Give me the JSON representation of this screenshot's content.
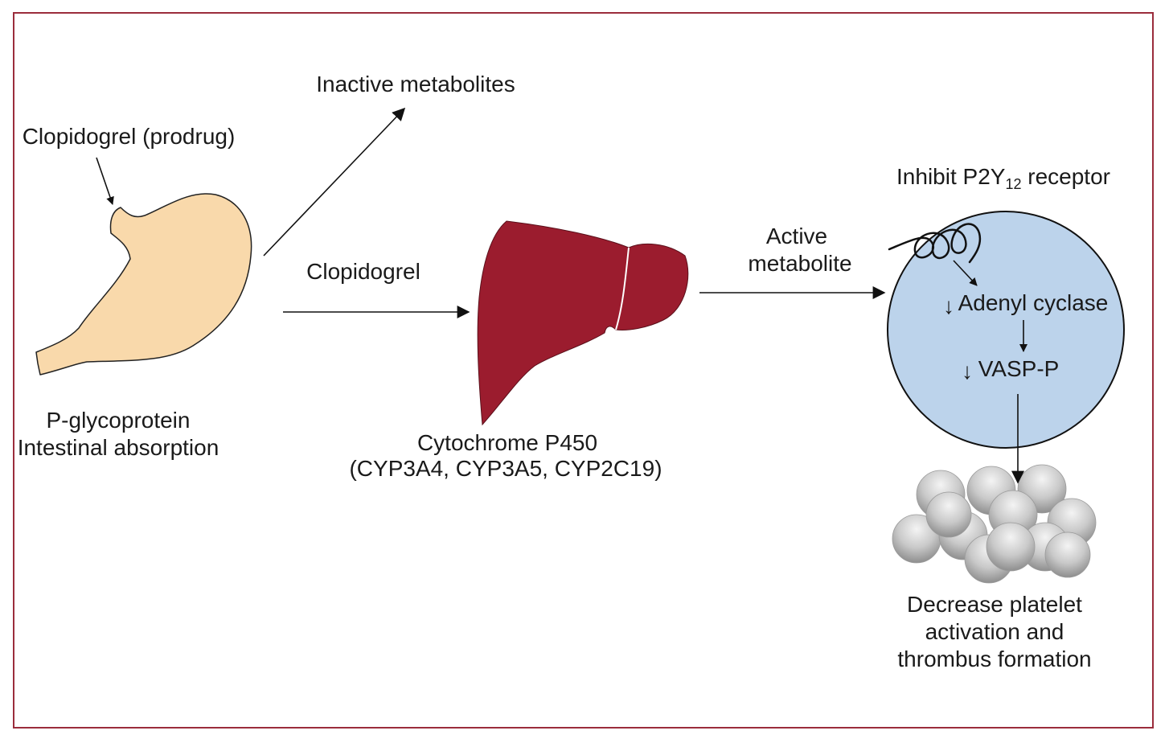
{
  "labels": {
    "inactive_metabolites": "Inactive metabolites",
    "prodrug": "Clopidogrel (prodrug)",
    "clopidogrel": "Clopidogrel",
    "active_line1": "Active",
    "active_line2": "metabolite",
    "receptor_prefix": "Inhibit P2Y",
    "receptor_sub": "12",
    "receptor_suffix": " receptor",
    "adenyl_cyclase": "Adenyl cyclase",
    "vasp": "VASP-P",
    "pgp_line1": "P-glycoprotein",
    "pgp_line2": "Intestinal absorption",
    "cyp_line1": "Cytochrome P450",
    "cyp_line2": "(CYP3A4, CYP3A5, CYP2C19)",
    "outcome_line1": "Decrease platelet",
    "outcome_line2": "activation and",
    "outcome_line3": "thrombus formation",
    "down_arrow": "↓"
  },
  "colors": {
    "frame": "#9b2d3c",
    "stomach_fill": "#f9d9ab",
    "liver_fill": "#9b1c2e",
    "cell_fill": "#bcd3eb",
    "platelet_light": "#f2f2f2",
    "platelet_dark": "#8e8e8e",
    "line": "#111111"
  },
  "icons": [
    "stomach-icon",
    "liver-icon",
    "cell-icon",
    "platelet-cluster-icon",
    "receptor-coil-icon"
  ]
}
